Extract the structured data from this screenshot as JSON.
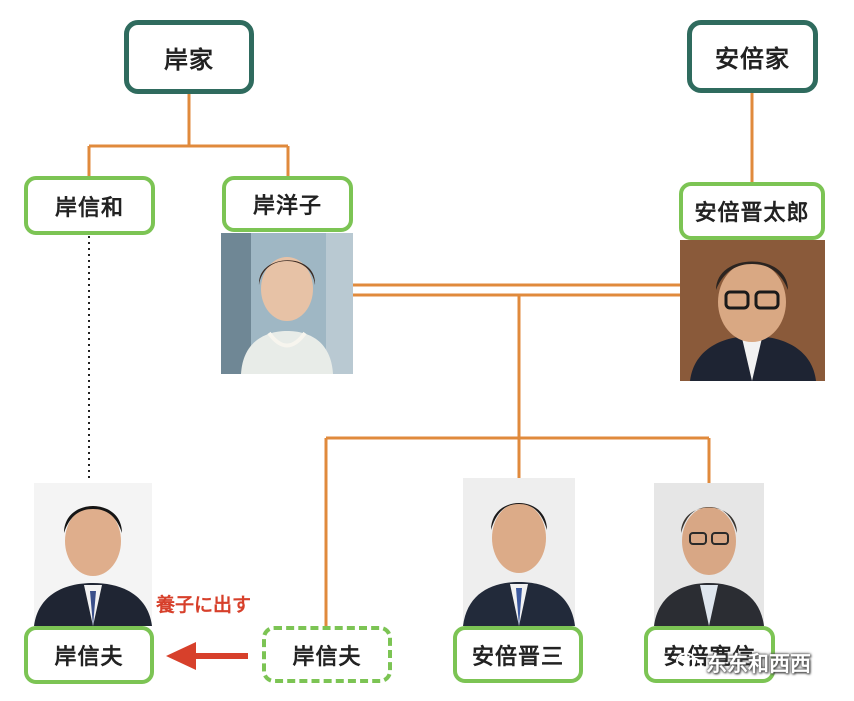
{
  "families": {
    "kishi": "岸家",
    "abe": "安倍家"
  },
  "people": {
    "kishi_nobukazu": "岸信和",
    "kishi_yoko": "岸洋子",
    "abe_shintaro": "安倍晋太郎",
    "kishi_nobuo_adopted": "岸信夫",
    "kishi_nobuo_birth": "岸信夫",
    "abe_shinzo": "安倍晋三",
    "abe_hironobu": "安倍寛信"
  },
  "annotation": "養子に出す",
  "watermark": "东东和西西",
  "colors": {
    "family_border": "#2f6b5e",
    "person_border": "#7cc454",
    "connector": "#e08a3c",
    "arrow": "#d7402b"
  }
}
